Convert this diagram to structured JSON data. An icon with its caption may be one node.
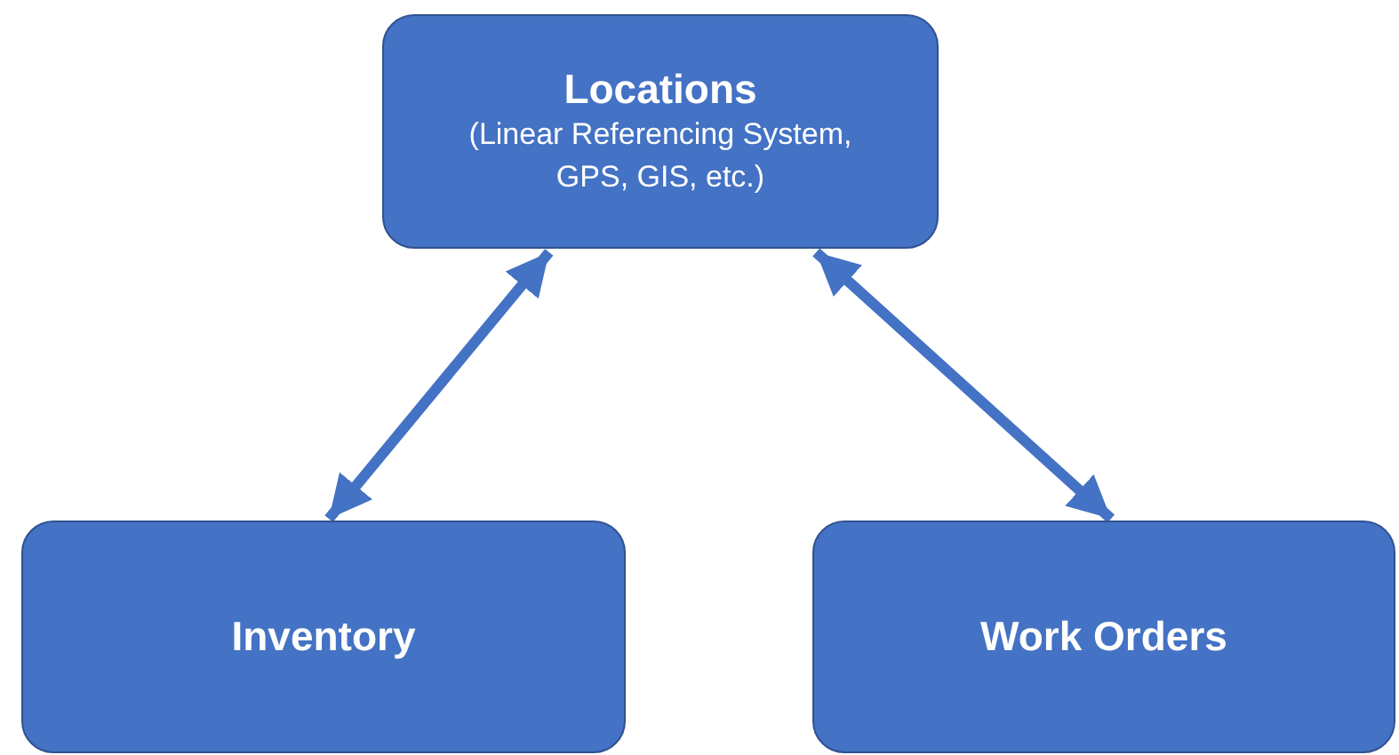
{
  "diagram": {
    "nodes": [
      {
        "text": [
          "Locations",
          "(Linear Referencing System, GPS, GIS, etc.)"
        ]
      },
      {
        "text": [
          "Inventory"
        ]
      },
      {
        "text": [
          "Work Orders"
        ]
      }
    ],
    "edges": [
      {
        "from": 0,
        "to": 1,
        "arrow": "both"
      },
      {
        "from": 0,
        "to": 2,
        "arrow": "both"
      }
    ]
  }
}
